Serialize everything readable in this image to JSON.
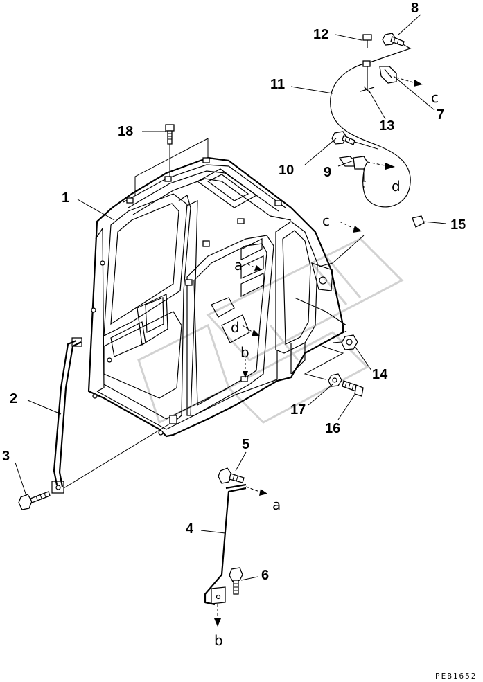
{
  "diagram": {
    "part_numbers": [
      "1",
      "2",
      "3",
      "4",
      "5",
      "6",
      "7",
      "8",
      "9",
      "10",
      "11",
      "12",
      "13",
      "14",
      "15",
      "16",
      "17",
      "18"
    ],
    "connection_letters": {
      "a_on_cab": "a",
      "a_on_bracket": "a",
      "b_on_cab": "b",
      "b_on_bracket": "b",
      "c_at_harness": "c",
      "c_on_cab": "c",
      "d_at_harness": "d",
      "d_on_cab": "d"
    },
    "drawing_code": "PEB1652"
  }
}
